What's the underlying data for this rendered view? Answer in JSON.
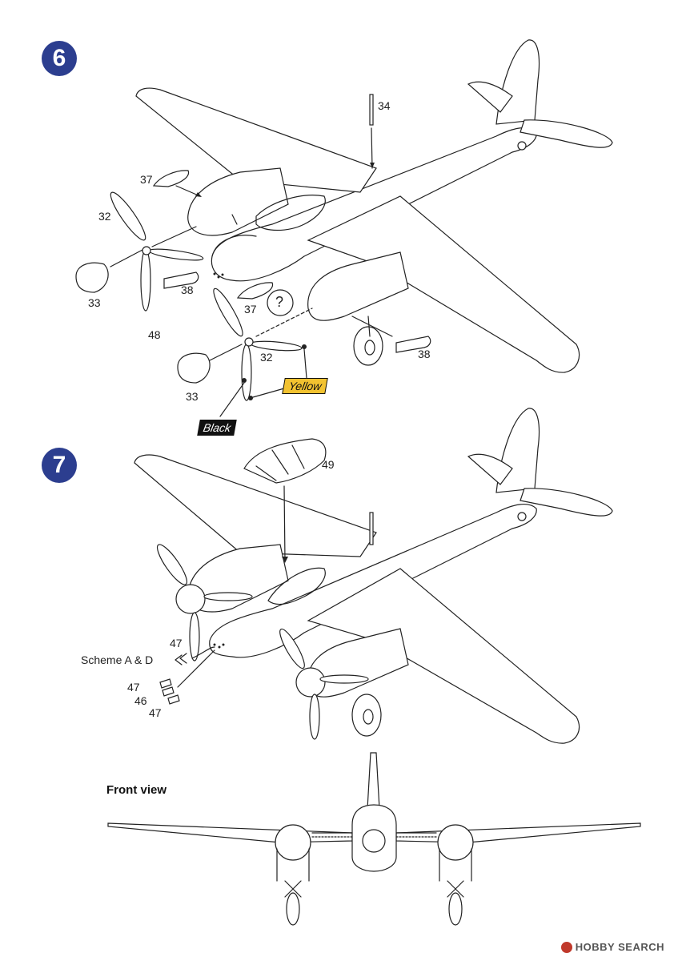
{
  "step6": {
    "number": "6",
    "labels": {
      "p34": "34",
      "p37a": "37",
      "p32a": "32",
      "p33a": "33",
      "p38a": "38",
      "p48": "48",
      "p37b": "37",
      "question": "?",
      "p32b": "32",
      "p38b": "38",
      "p33b": "33"
    },
    "colors": {
      "yellow_label": "Yellow",
      "black_label": "Black",
      "yellow_hex": "#f2c230",
      "black_hex": "#111111"
    }
  },
  "step7": {
    "number": "7",
    "labels": {
      "p49": "49",
      "p47a": "47",
      "scheme": "Scheme A & D",
      "p47b": "47",
      "p46": "46",
      "p47c": "47"
    }
  },
  "front_view": {
    "title": "Front view"
  },
  "watermark": {
    "text": "HOBBY SEARCH"
  },
  "badge_color": "#2c3e8f"
}
